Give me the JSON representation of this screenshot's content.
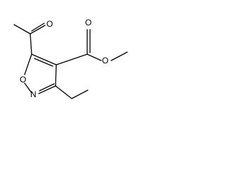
{
  "structure": {
    "atoms": {
      "acetyl_oxygen": "O",
      "ring_oxygen": "O",
      "ring_nitrogen": "N",
      "ester_carbonyl_oxygen": "O",
      "ester_oxygen": "O"
    }
  },
  "colors": {
    "bond": "#000000",
    "label": "#000000",
    "background": "#ffffff"
  }
}
